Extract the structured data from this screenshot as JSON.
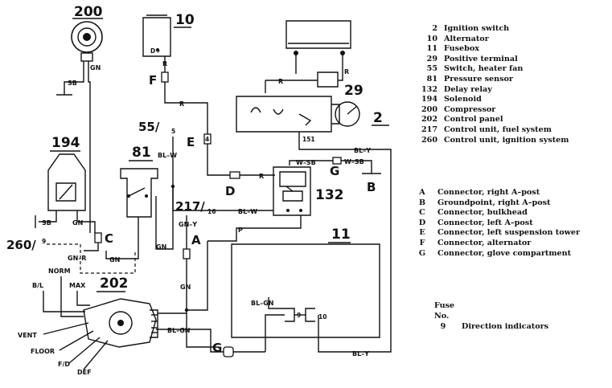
{
  "components": [
    {
      "num": "2",
      "name": "Ignition switch"
    },
    {
      "num": "10",
      "name": "Alternator"
    },
    {
      "num": "11",
      "name": "Fusebox"
    },
    {
      "num": "29",
      "name": "Positive terminal"
    },
    {
      "num": "55",
      "name": "Switch, heater fan"
    },
    {
      "num": "81",
      "name": "Pressure sensor"
    },
    {
      "num": "132",
      "name": "Delay relay"
    },
    {
      "num": "194",
      "name": "Solenoid"
    },
    {
      "num": "200",
      "name": "Compressor"
    },
    {
      "num": "202",
      "name": "Control panel"
    },
    {
      "num": "217",
      "name": "Control unit, fuel system"
    },
    {
      "num": "260",
      "name": "Control unit, ignition system"
    }
  ],
  "connectors": [
    {
      "code": "A",
      "name": "Connector, right A–post"
    },
    {
      "code": "B",
      "name": "Groundpoint, right A–post"
    },
    {
      "code": "C",
      "name": "Connector, bulkhead"
    },
    {
      "code": "D",
      "name": "Connector, left A–post"
    },
    {
      "code": "E",
      "name": "Connector, left suspension tower"
    },
    {
      "code": "F",
      "name": "Connector, alternator"
    },
    {
      "code": "G",
      "name": "Connector, glove compartment"
    }
  ],
  "fuse": {
    "title": "Fuse",
    "no_label": "No.",
    "num": "9",
    "name": "Direction indicators"
  },
  "diagram": {
    "comp_200": "200",
    "comp_10": "10",
    "comp_29": "29",
    "comp_2": "2",
    "comp_55": "55/",
    "comp_55_sub": "5",
    "comp_194": "194",
    "comp_81": "81",
    "comp_132": "132",
    "comp_217": "217/",
    "comp_217_sub": "16",
    "comp_260": "260/",
    "comp_260_sub": "9",
    "comp_11": "11",
    "comp_202": "202",
    "conn_a": "A",
    "conn_b": "B",
    "conn_c": "C",
    "conn_d": "D",
    "conn_e": "E",
    "conn_f": "F",
    "conn_g": "G",
    "w_gn": "GN",
    "w_sb": "SB",
    "w_r": "R",
    "w_blw": "BL–W",
    "w_wsb": "W–SB",
    "w_bly": "BL–Y",
    "w_gny": "GN–Y",
    "w_gnr": "GN–R",
    "w_p": "P",
    "w_blgn": "BL–GN",
    "pin_9": "9",
    "pin_10": "10",
    "pin_151": "151",
    "pin_4": "4",
    "pos_norm": "NORM",
    "pos_bl": "B/L",
    "pos_max": "MAX",
    "pos_vent": "VENT",
    "pos_floor": "FLOOR",
    "pos_fd": "F/D",
    "pos_def": "DEF"
  }
}
